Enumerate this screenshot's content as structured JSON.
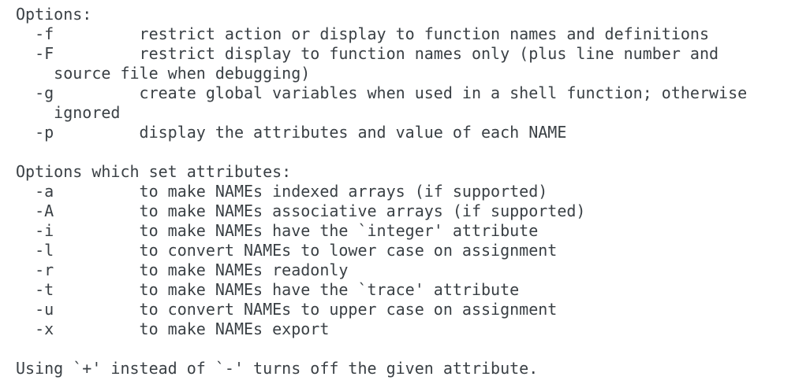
{
  "palette": {
    "background": "#ffffff",
    "text": "#3a4045"
  },
  "help_output": {
    "kind": "shell-help-text",
    "section_options_heading": "Options:",
    "section_attributes_heading": "Options which set attributes:",
    "footer_note": "Using `+' instead of `-' turns off the given attribute.",
    "options_general": [
      {
        "flag": "-f",
        "description": "restrict action or display to function names and definitions"
      },
      {
        "flag": "-F",
        "description": "restrict display to function names only (plus line number and source file when debugging)"
      },
      {
        "flag": "-g",
        "description": "create global variables when used in a shell function; otherwise ignored"
      },
      {
        "flag": "-p",
        "description": "display the attributes and value of each NAME"
      }
    ],
    "options_attributes": [
      {
        "flag": "-a",
        "description": "to make NAMEs indexed arrays (if supported)"
      },
      {
        "flag": "-A",
        "description": "to make NAMEs associative arrays (if supported)"
      },
      {
        "flag": "-i",
        "description": "to make NAMEs have the `integer' attribute"
      },
      {
        "flag": "-l",
        "description": "to convert NAMEs to lower case on assignment"
      },
      {
        "flag": "-r",
        "description": "to make NAMEs readonly"
      },
      {
        "flag": "-t",
        "description": "to make NAMEs have the `trace' attribute"
      },
      {
        "flag": "-u",
        "description": "to convert NAMEs to upper case on assignment"
      },
      {
        "flag": "-x",
        "description": "to make NAMEs export"
      }
    ],
    "lines": [
      "Options:",
      "  -f         restrict action or display to function names and definitions",
      "  -F         restrict display to function names only (plus line number and",
      "    source file when debugging)",
      "  -g         create global variables when used in a shell function; otherwise",
      "    ignored",
      "  -p         display the attributes and value of each NAME",
      "",
      "Options which set attributes:",
      "  -a         to make NAMEs indexed arrays (if supported)",
      "  -A         to make NAMEs associative arrays (if supported)",
      "  -i         to make NAMEs have the `integer' attribute",
      "  -l         to convert NAMEs to lower case on assignment",
      "  -r         to make NAMEs readonly",
      "  -t         to make NAMEs have the `trace' attribute",
      "  -u         to convert NAMEs to upper case on assignment",
      "  -x         to make NAMEs export",
      "",
      "Using `+' instead of `-' turns off the given attribute."
    ]
  }
}
